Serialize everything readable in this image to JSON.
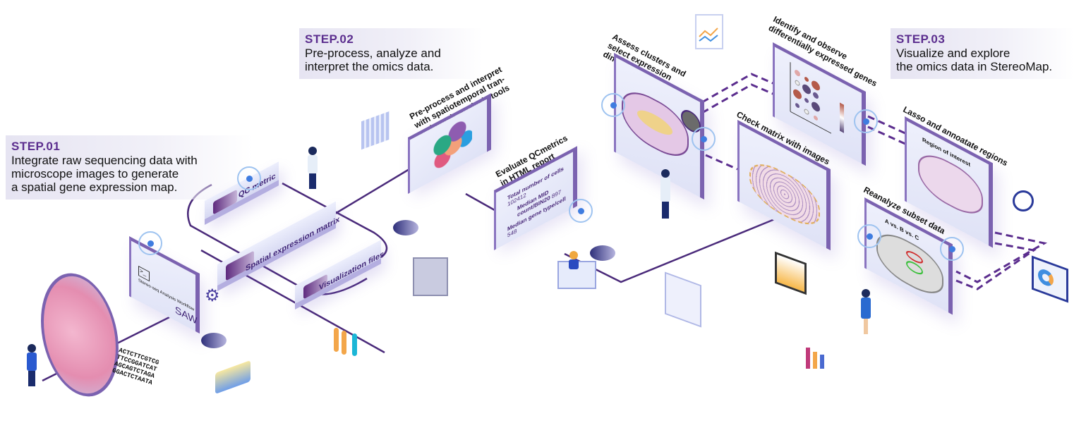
{
  "step1": {
    "num": "STEP.01",
    "lines": [
      "Integrate raw sequencing data with",
      "microscope images to generate",
      "a spatial gene expression map."
    ]
  },
  "step2": {
    "num": "STEP.02",
    "lines": [
      "Pre-process, analyze and",
      "interpret the omics data."
    ]
  },
  "step3": {
    "num": "STEP.03",
    "lines": [
      "Visualize and explore",
      "the omics data in StereoMap."
    ]
  },
  "saw": {
    "title": "SAW",
    "subtitle": "Stereo-seq Analysis Workflow",
    "prompt": ">_"
  },
  "outputs": [
    "QC metric",
    "Spatial expression matrix",
    "Visualization files"
  ],
  "sequence": [
    "ACTCTTCGTCG",
    "TTCCGGATCAT",
    "AGCAGTCTAGA",
    "GGACTCTAATA"
  ],
  "preprocess": {
    "caption": [
      "Pre-process and interpret",
      "with spatiotemporal tran-",
      "scriptomic analysis tools"
    ]
  },
  "qc_report": {
    "caption": [
      "Evaluate QCmetrics",
      "in HTML report"
    ],
    "metrics": [
      {
        "label": "Total number of cells",
        "value": "102412"
      },
      {
        "label": "Median MID count/BIN20",
        "value": "897"
      },
      {
        "label": "Median gene type/cell",
        "value": "548"
      }
    ]
  },
  "panels": {
    "assess": "Assess clusters and select expression dimension",
    "identify": [
      "Identify and observe",
      "differentially expressed genes"
    ],
    "check": "Check matrix with images",
    "lasso": "Lasso and annoatate regions",
    "roi": "Region of interest",
    "reanalyze": "Reanalyze subset data",
    "compare": "A vs. B vs. C"
  },
  "colors": {
    "accent": "#5b2d8e",
    "line": "#4a2a7a",
    "panel": "#e6e8fa"
  }
}
